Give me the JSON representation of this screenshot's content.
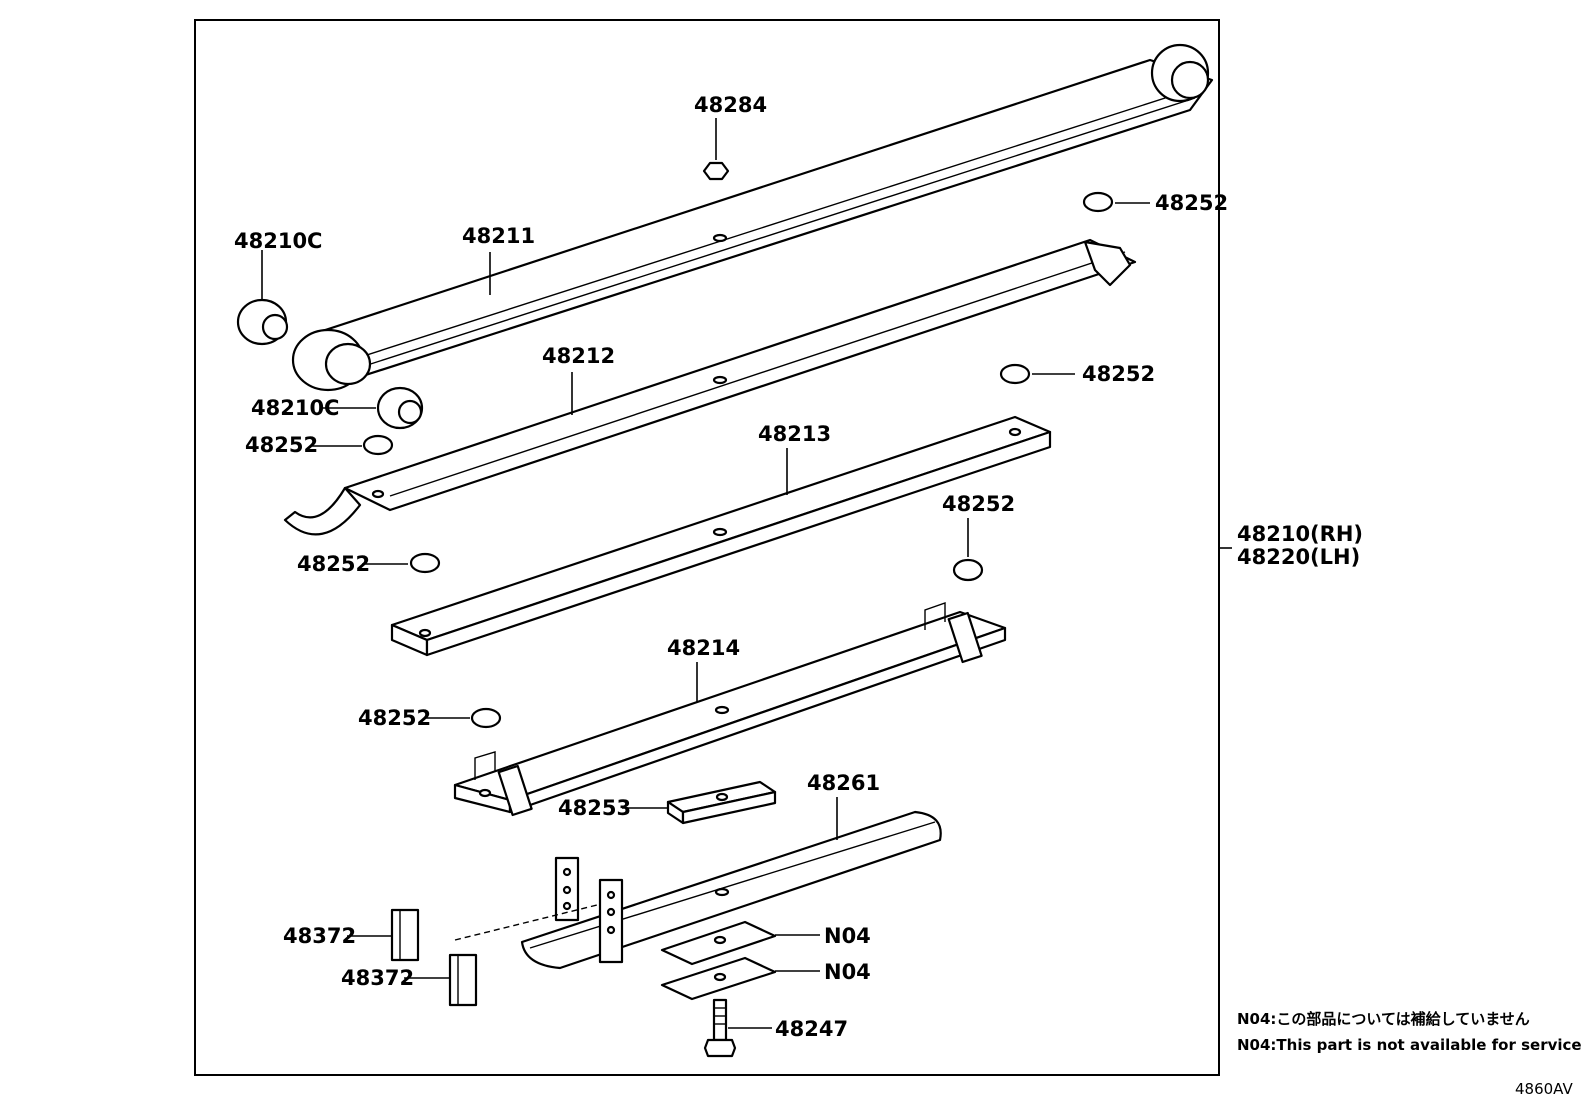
{
  "diagram": {
    "labels": {
      "p48284": "48284",
      "p48252_a": "48252",
      "p48211": "48211",
      "p48210c_a": "48210C",
      "p48210c_b": "48210C",
      "p48252_b": "48252",
      "p48212": "48212",
      "p48252_c": "48252",
      "p48213": "48213",
      "p48252_d": "48252",
      "p48252_e": "48252",
      "assembly_rh": "48210(RH)",
      "assembly_lh": "48220(LH)",
      "p48214": "48214",
      "p48252_f": "48252",
      "p48261": "48261",
      "p48253": "48253",
      "p48372_a": "48372",
      "p48372_b": "48372",
      "n04_a": "N04",
      "n04_b": "N04",
      "p48247": "48247"
    },
    "notes": {
      "japanese": "N04:この部品については補給していません",
      "english": "N04:This part is not available for service"
    },
    "figure_code": "4860AV"
  }
}
